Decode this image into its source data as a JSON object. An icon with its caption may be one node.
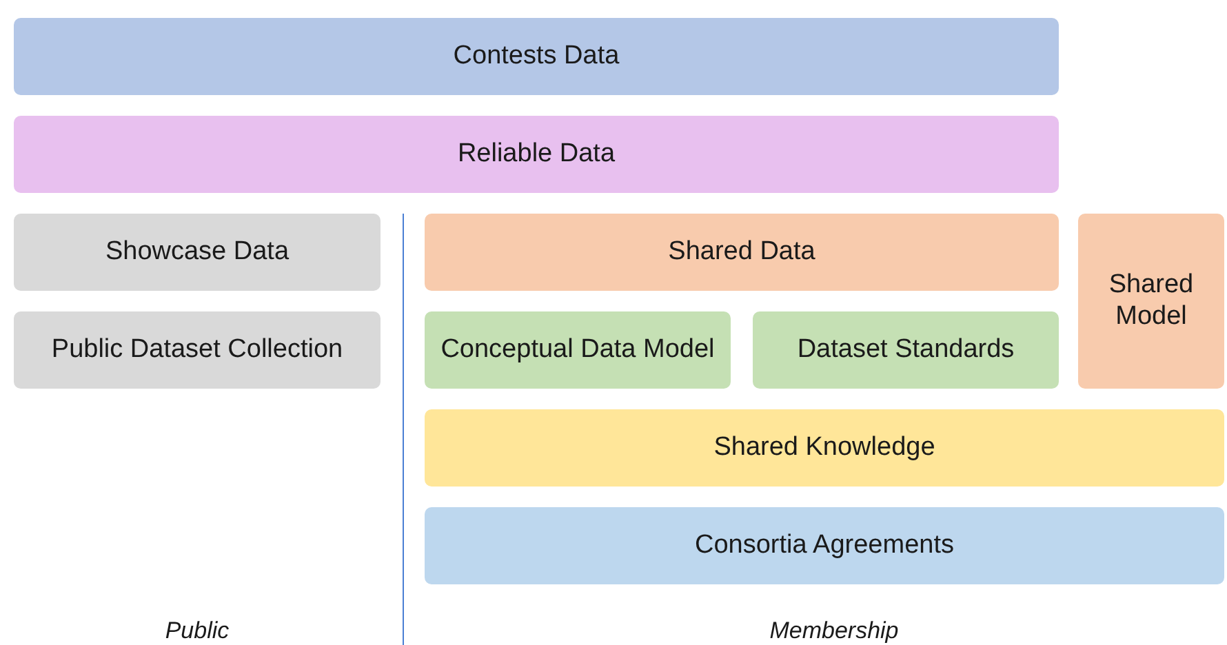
{
  "diagram": {
    "nodes": [
      {
        "text": [
          "Contests Data"
        ]
      },
      {
        "text": [
          "Reliable Data"
        ]
      },
      {
        "text": [
          "Showcase Data"
        ]
      },
      {
        "text": [
          "Shared Data"
        ]
      },
      {
        "text": [
          "Shared Model"
        ]
      },
      {
        "text": [
          "Public Dataset Collection"
        ]
      },
      {
        "text": [
          "Conceptual Data Model"
        ]
      },
      {
        "text": [
          "Dataset Standards"
        ]
      },
      {
        "text": [
          "Shared Knowledge"
        ]
      },
      {
        "text": [
          "Consortia Agreements"
        ]
      }
    ],
    "labels": [
      "Public",
      "Membership"
    ]
  }
}
